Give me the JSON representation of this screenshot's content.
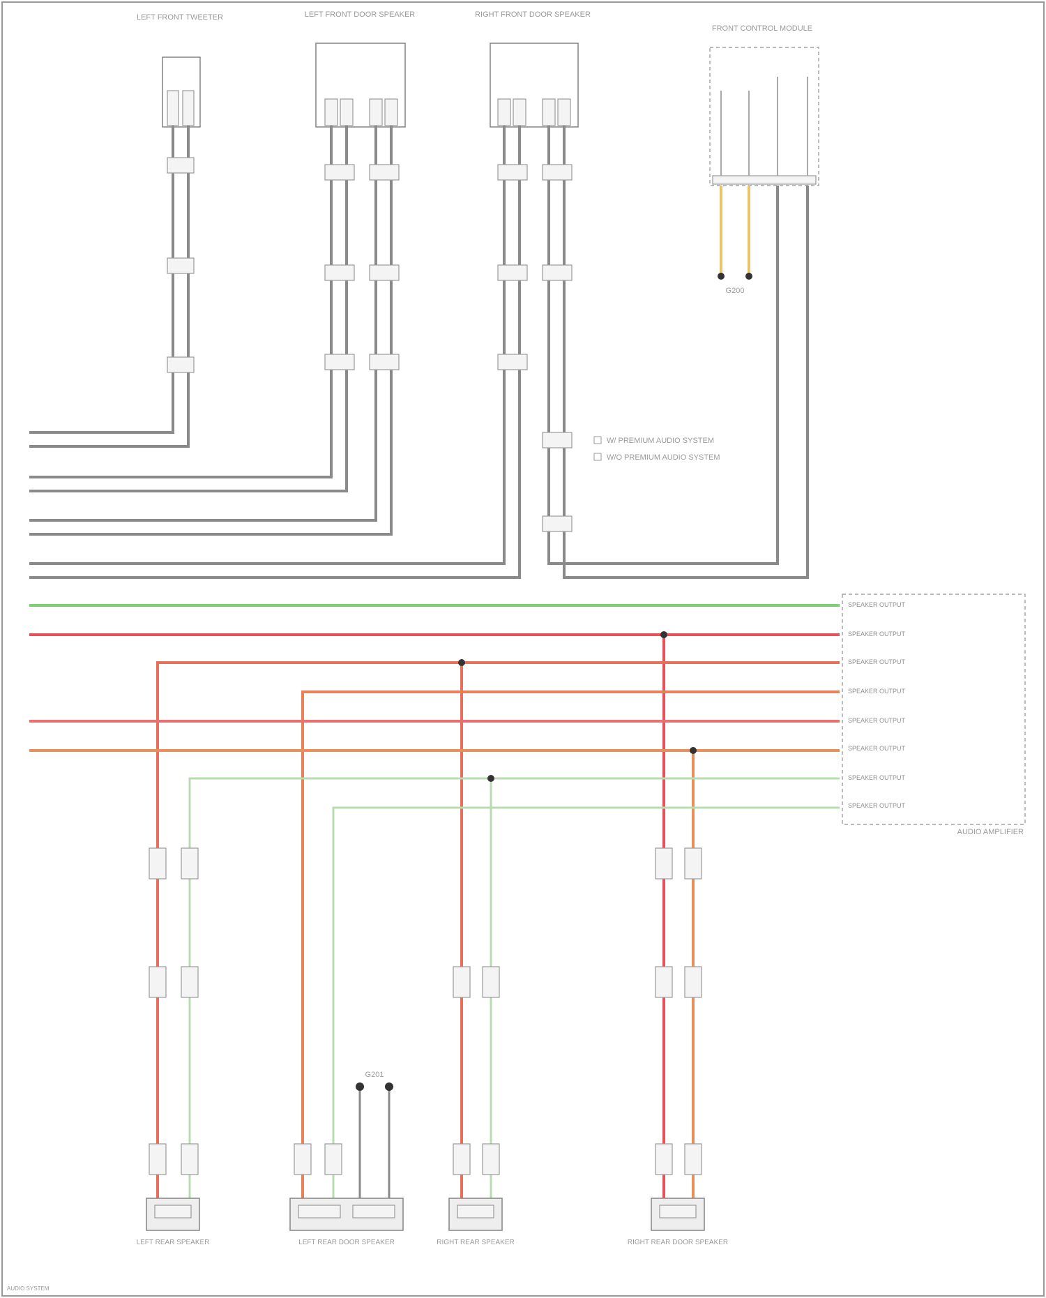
{
  "diagram_title": "",
  "components": {
    "top_left": "LEFT FRONT TWEETER",
    "top_mid": "LEFT FRONT DOOR SPEAKER",
    "top_right": "RIGHT FRONT DOOR SPEAKER",
    "power_unit": "FRONT CONTROL MODULE",
    "ground": "G200",
    "amp": "AUDIO AMPLIFIER",
    "spk1": "LEFT REAR SPEAKER",
    "spk2": "LEFT REAR DOOR SPEAKER",
    "spk3": "RIGHT REAR SPEAKER",
    "spk4": "RIGHT REAR DOOR SPEAKER",
    "woofer_ground": "G201"
  },
  "legend": {
    "item1": "W/ PREMIUM AUDIO SYSTEM",
    "item2": "W/O PREMIUM AUDIO SYSTEM"
  },
  "amp_pins": [
    "SPEAKER OUTPUT",
    "SPEAKER OUTPUT",
    "SPEAKER OUTPUT",
    "SPEAKER OUTPUT",
    "SPEAKER OUTPUT",
    "SPEAKER OUTPUT",
    "SPEAKER OUTPUT",
    "SPEAKER OUTPUT"
  ],
  "wire_colors": {
    "green": "#7ccf74",
    "red": "#e8505a",
    "orange": "#e88a5a",
    "salmon": "#e87070",
    "yellow": "#e9c46a",
    "olive": "#c9c26a",
    "gray": "#8a8a8a",
    "pale_green": "#b8dcb0"
  },
  "footer": "AUDIO SYSTEM"
}
